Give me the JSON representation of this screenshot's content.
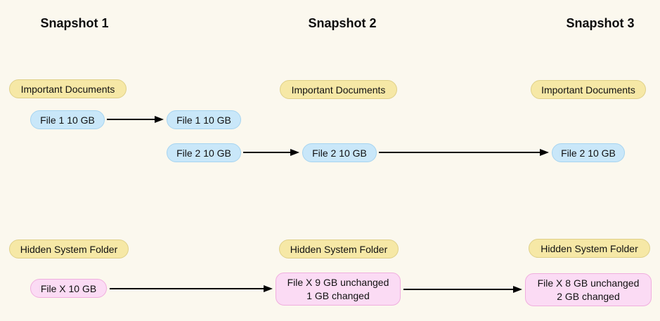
{
  "headers": {
    "s1": "Snapshot 1",
    "s2": "Snapshot 2",
    "s3": "Snapshot 3"
  },
  "folders": {
    "important": {
      "s1": "Important Documents",
      "s2": "Important Documents",
      "s3": "Important Documents"
    },
    "hidden": {
      "s1": "Hidden System Folder",
      "s2": "Hidden System Folder",
      "s3": "Hidden System Folder"
    }
  },
  "files": {
    "file1": {
      "s1": "File 1 10 GB",
      "s2": "File 1 10 GB"
    },
    "file2": {
      "s2a": "File 2 10 GB",
      "s2b": "File 2 10 GB",
      "s3": "File 2 10 GB"
    },
    "filex": {
      "s1": "File X 10 GB",
      "s2_line1": "File X 9 GB unchanged",
      "s2_line2": "1 GB changed",
      "s3_line1": "File X 8 GB unchanged",
      "s3_line2": "2 GB changed"
    }
  },
  "colors": {
    "background": "#FBF8EE",
    "folder_fill": "#F6E8A6",
    "folder_border": "#DFD088",
    "file_unchanged_fill": "#C9E7F9",
    "file_unchanged_border": "#A6D4F0",
    "file_changed_fill": "#FBDBF4",
    "file_changed_border": "#F0AEDE",
    "arrow": "#000000",
    "text": "#111111"
  }
}
